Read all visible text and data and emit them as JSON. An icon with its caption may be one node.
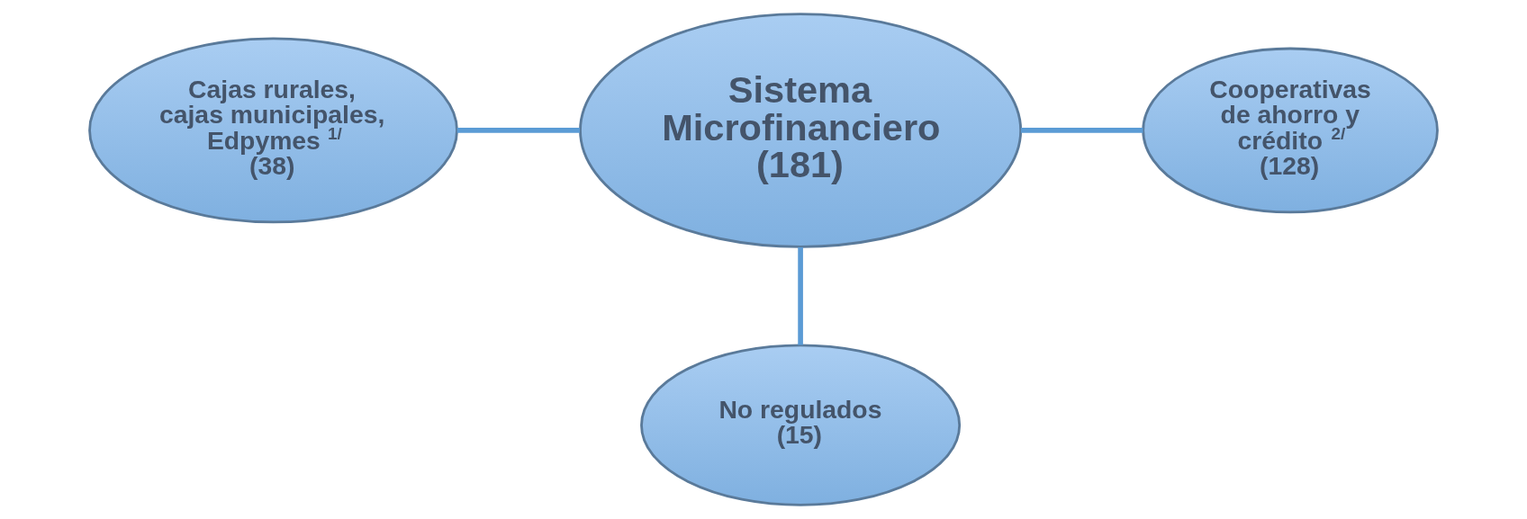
{
  "diagram": {
    "nodes": [
      {
        "text": [
          "Sistema Microfinanciero",
          "(181)"
        ]
      },
      {
        "text": [
          "Cajas rurales, cajas municipales, Edpymes $^{1/}$",
          "(38)"
        ]
      },
      {
        "text": [
          "Cooperativas de ahorro y crédito $^{2/}$",
          "(128)"
        ]
      },
      {
        "text": [
          "No regulados",
          "(15)"
        ]
      }
    ],
    "edges": [
      {
        "from": 1,
        "to": 0,
        "arrow": "none"
      },
      {
        "from": 0,
        "to": 2,
        "arrow": "none"
      },
      {
        "from": 0,
        "to": 3,
        "arrow": "none"
      }
    ]
  }
}
